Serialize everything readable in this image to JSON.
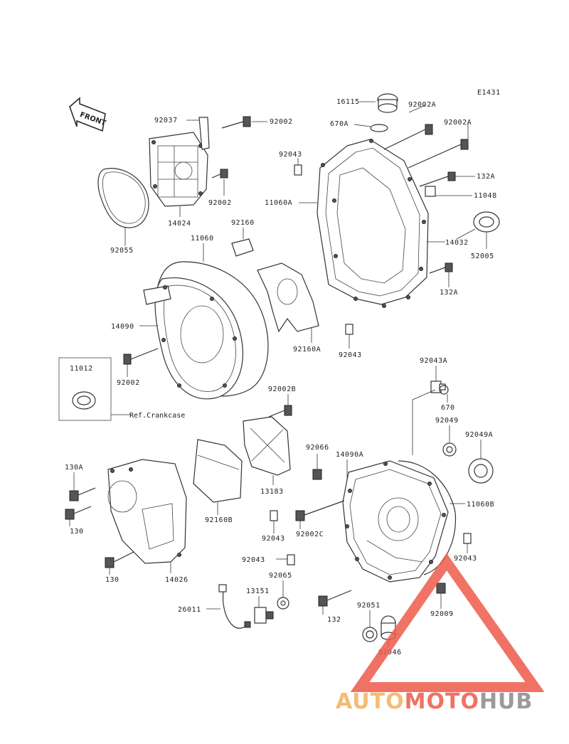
{
  "diagram_code": "E1431",
  "front_label": "FRONT",
  "ref_note": "Ref.Crankcase",
  "labels": {
    "p16115": "16115",
    "p92002A_1": "92002A",
    "p92002A_2": "92002A",
    "p670A": "670A",
    "p92037": "92037",
    "p92002_top": "92002",
    "p92043_top": "92043",
    "p132A_1": "132A",
    "p11048": "11048",
    "p11060A": "11060A",
    "p92002_mid": "92002",
    "p14024": "14024",
    "p92160": "92160",
    "p52005": "52005",
    "p14032": "14032",
    "p11060": "11060",
    "p92055": "92055",
    "p132A_2": "132A",
    "p14090": "14090",
    "p92160A": "92160A",
    "p92043_mid": "92043",
    "p11012": "11012",
    "p92002_low": "92002",
    "p92043A": "92043A",
    "p92002B": "92002B",
    "p670": "670",
    "p92049": "92049",
    "p92049A": "92049A",
    "p92066": "92066",
    "p14090A": "14090A",
    "p130A": "130A",
    "p11060B": "11060B",
    "p13183": "13183",
    "p130_1": "130",
    "p92160B": "92160B",
    "p92043_b1": "92043",
    "p92002C": "92002C",
    "p92043_b2": "92043",
    "p92043_b3": "92043",
    "p130_2": "130",
    "p14026": "14026",
    "p92065": "92065",
    "p13151": "13151",
    "p26011": "26011",
    "p132": "132",
    "p92051": "92051",
    "p92009": "92009",
    "p92046": "92046"
  },
  "watermark": {
    "part1": "AUTO",
    "part2": "MOTO",
    "part3": "HUB"
  },
  "colors": {
    "line": "#333333",
    "watermark_orange": "#f3b25a",
    "watermark_red": "#ee5a4a",
    "watermark_gray": "#8a8a8a"
  }
}
